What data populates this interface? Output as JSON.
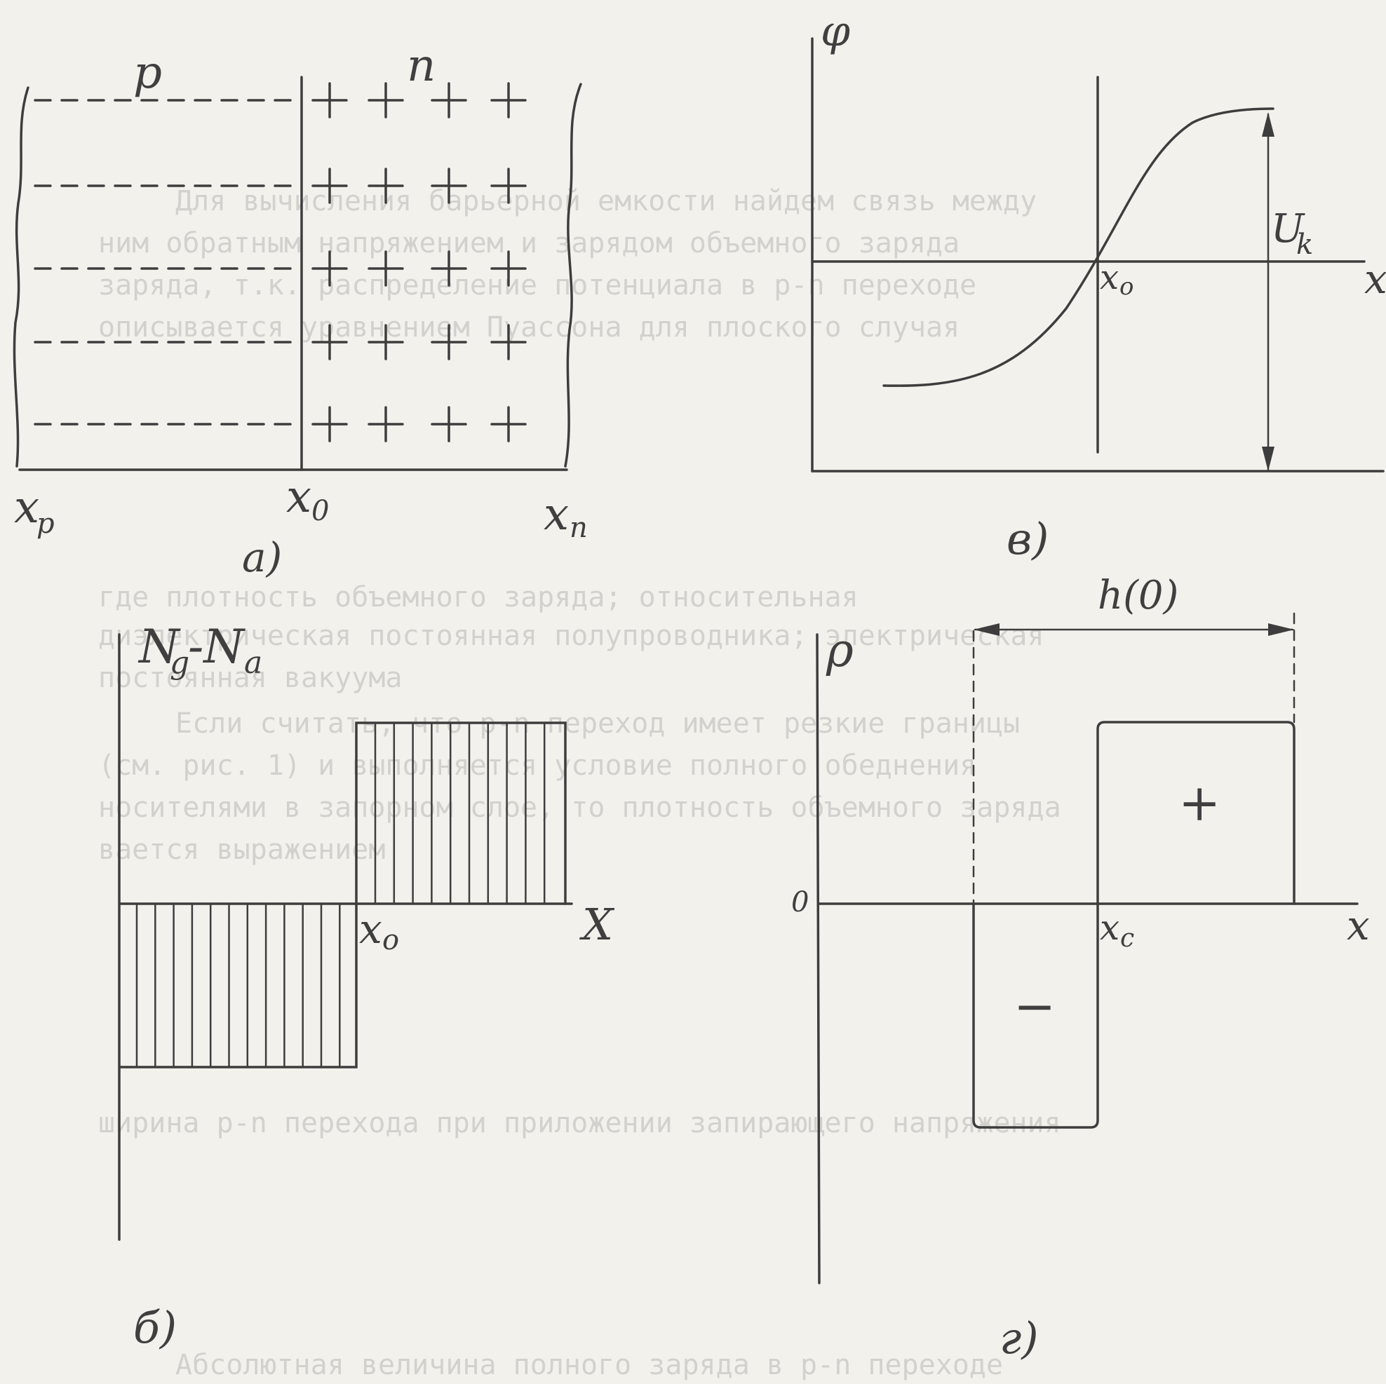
{
  "panel_a": {
    "p_label": "p",
    "n_label": "n",
    "xp_label": "x",
    "xp_sub": "p",
    "x0_label": "x",
    "x0_sub": "0",
    "xn_label": "x",
    "xn_sub": "n",
    "caption": "a)"
  },
  "panel_b": {
    "y_label": "N",
    "y_sub1": "g",
    "y_dash": "-N",
    "y_sub2": "a",
    "x0_label": "x",
    "x0_sub": "o",
    "x_axis": "X",
    "caption": "б)"
  },
  "panel_v": {
    "phi_label": "φ",
    "uk_label": "U",
    "uk_sub": "k",
    "x0_label": "x",
    "x0_sub": "o",
    "x_axis": "x",
    "caption": "в)"
  },
  "panel_g": {
    "rho_label": "ρ",
    "width_label": "h(0)",
    "zero_label": "0",
    "x0_label": "x",
    "x0_sub": "c",
    "x_axis": "x",
    "plus": "+",
    "minus": "−",
    "caption": "г)"
  }
}
